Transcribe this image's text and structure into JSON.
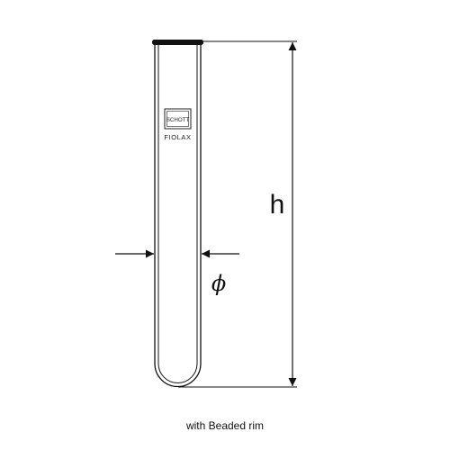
{
  "logo": {
    "brand": "SCHOTT",
    "product": "FIOLAX"
  },
  "dimensions": {
    "height_label": "h",
    "diameter_label": "ϕ"
  },
  "caption": "with Beaded rim",
  "colors": {
    "line": "#111111",
    "background": "#ffffff"
  }
}
